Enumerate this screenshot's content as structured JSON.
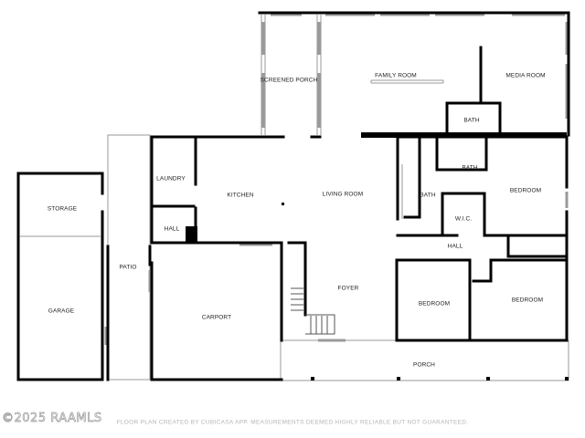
{
  "rooms": {
    "screened_porch": "SCREENED PORCH",
    "family_room": "FAMILY ROOM",
    "media_room": "MEDIA ROOM",
    "bath_top": "BATH",
    "laundry": "LAUNDRY",
    "kitchen": "KITCHEN",
    "living_room": "LIVING ROOM",
    "bath_upper": "BATH",
    "bath_lower": "BATH",
    "wic": "W.I.C.",
    "bedroom_right": "BEDROOM",
    "storage": "STORAGE",
    "hall_left": "HALL",
    "hall_mid": "HALL",
    "patio": "PATIO",
    "garage": "GARAGE",
    "carport": "CARPORT",
    "foyer": "FOYER",
    "bedroom_mid": "BEDROOM",
    "bedroom_low_right": "BEDROOM",
    "porch": "PORCH"
  },
  "watermark": "©2025 RAAMLS",
  "footer": "FLOOR PLAN CREATED BY CUBICASA APP. MEASUREMENTS DEEMED HIGHLY RELIABLE BUT NOT GUARANTEED."
}
